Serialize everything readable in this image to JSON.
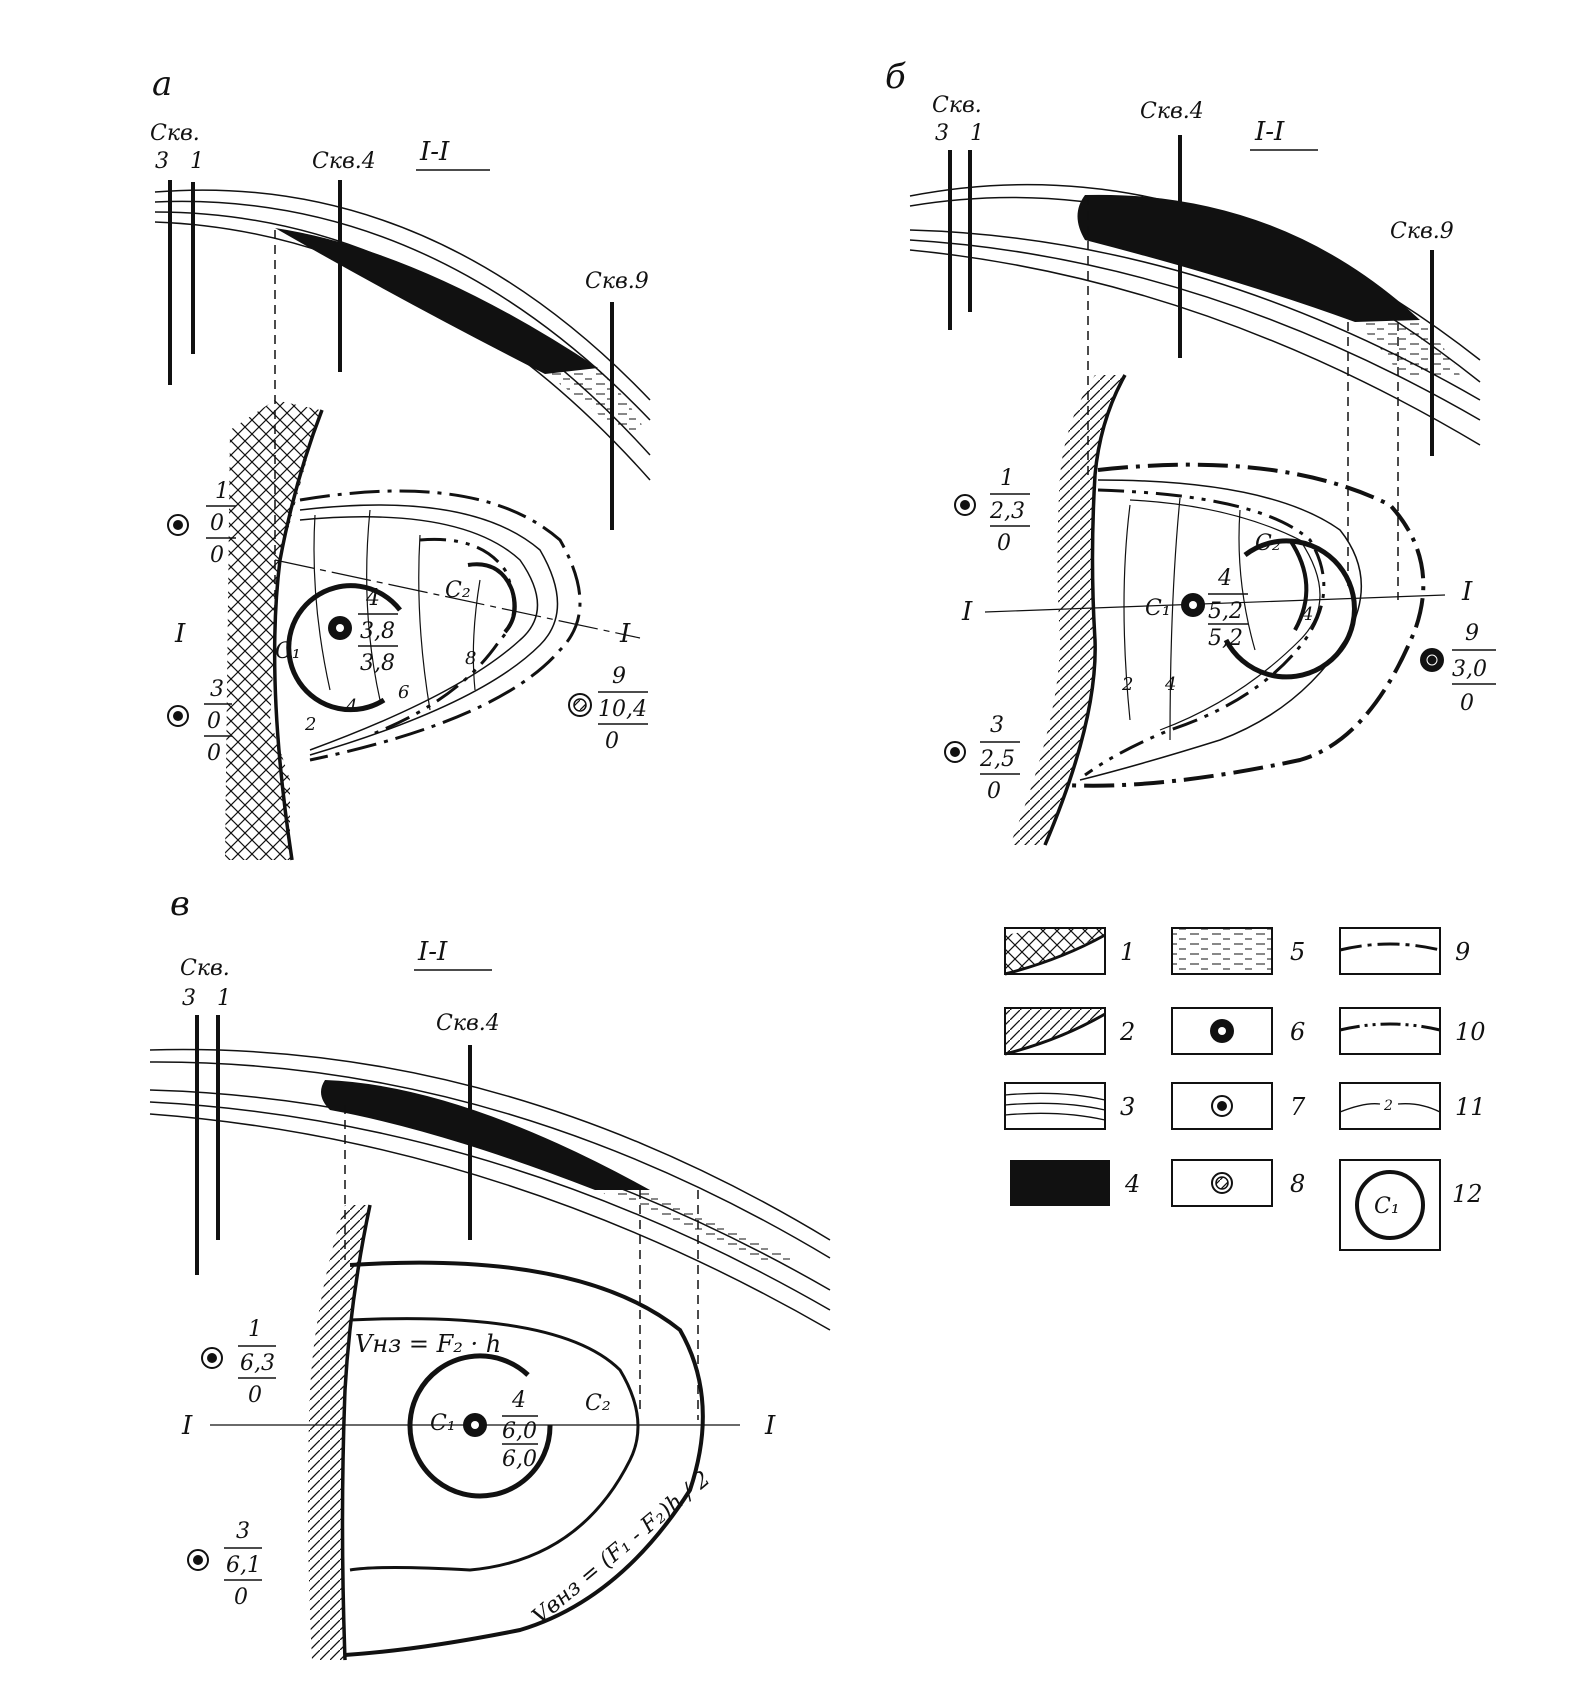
{
  "panels": {
    "a": {
      "letter": "а",
      "section": "I-I",
      "wells_group": {
        "title": "Скв.",
        "nums": "3   1"
      },
      "well_4": "Скв.4",
      "well_9": "Скв.9",
      "axis_left": "I",
      "axis_right": "I",
      "c1": "C₁",
      "c2": "C₂",
      "w1": {
        "n": "1",
        "a": "0",
        "b": "0"
      },
      "w3": {
        "n": "3",
        "a": "0",
        "b": "0"
      },
      "w4": {
        "n": "4",
        "a": "3,8",
        "b": "3,8"
      },
      "w9": {
        "n": "9",
        "a": "10,4",
        "b": "0"
      },
      "iso": [
        "2",
        "4",
        "6",
        "8"
      ]
    },
    "b": {
      "letter": "б",
      "section": "I-I",
      "wells_group": {
        "title": "Скв.",
        "nums": "3   1"
      },
      "well_4": "Скв.4",
      "well_9": "Скв.9",
      "axis_left": "I",
      "axis_right": "I",
      "c1": "C₁",
      "c2": "C₂",
      "w1": {
        "n": "1",
        "a": "2,3",
        "b": "0"
      },
      "w3": {
        "n": "3",
        "a": "2,5",
        "b": "0"
      },
      "w4": {
        "n": "4",
        "a": "5,2",
        "b": "5,2"
      },
      "w9": {
        "n": "9",
        "a": "3,0",
        "b": "0"
      },
      "iso": [
        "2",
        "4",
        "4"
      ]
    },
    "v": {
      "letter": "в",
      "section": "I-I",
      "wells_group": {
        "title": "Скв.",
        "nums": "3   1"
      },
      "well_4": "Скв.4",
      "axis_left": "I",
      "axis_right": "I",
      "c1": "C₁",
      "c2": "C₂",
      "w1": {
        "n": "1",
        "a": "6,3",
        "b": "0"
      },
      "w3": {
        "n": "3",
        "a": "6,1",
        "b": "0"
      },
      "w4": {
        "n": "4",
        "a": "6,0",
        "b": "6,0"
      },
      "formula_v1": "Vнз = F₂ · h",
      "formula_v2": "Vвнз = (F₁ - F₂)h / 2"
    }
  },
  "legend": [
    {
      "num": "1",
      "symbol": "cross-hatch-boundary-icon"
    },
    {
      "num": "2",
      "symbol": "hatched-boundary-icon"
    },
    {
      "num": "3",
      "symbol": "bedding-lines-icon"
    },
    {
      "num": "4",
      "symbol": "solid-black-fill-icon"
    },
    {
      "num": "5",
      "symbol": "water-dash-fill-icon"
    },
    {
      "num": "6",
      "symbol": "large-well-marker-icon"
    },
    {
      "num": "7",
      "symbol": "small-well-marker-icon"
    },
    {
      "num": "8",
      "symbol": "hatched-well-marker-icon"
    },
    {
      "num": "9",
      "symbol": "dash-dot-contour-icon"
    },
    {
      "num": "10",
      "symbol": "dash-double-dot-contour-icon"
    },
    {
      "num": "11",
      "symbol": "isoline-icon"
    },
    {
      "num": "12",
      "symbol": "circle-c1-icon",
      "inner": "C₁"
    }
  ],
  "colors": {
    "ink": "#111111",
    "paper": "#ffffff"
  }
}
